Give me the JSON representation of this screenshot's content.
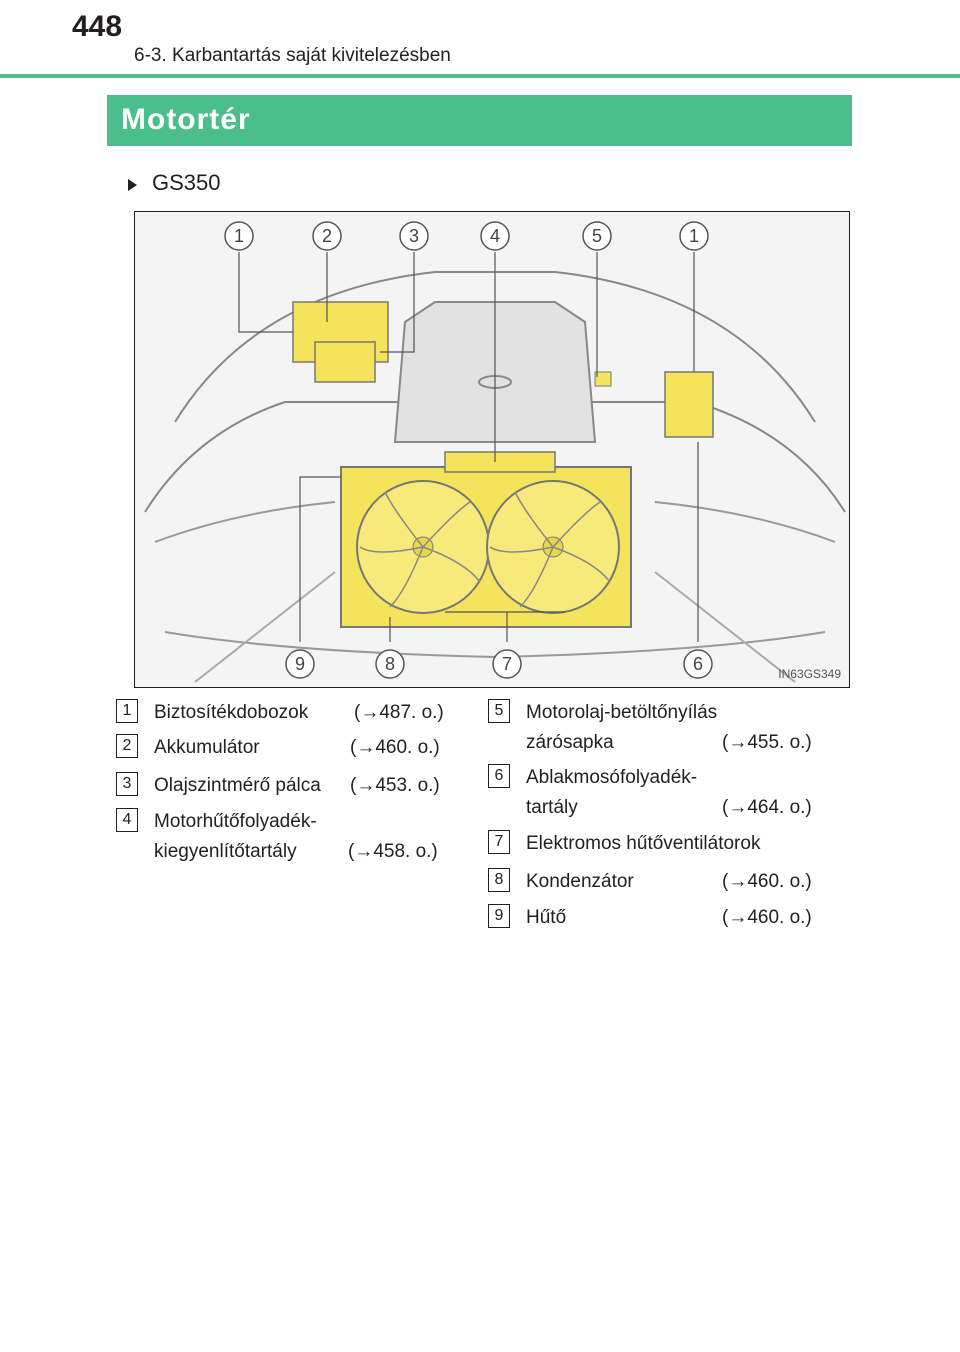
{
  "header": {
    "page_number": "448",
    "breadcrumb": "6-3. Karbantartás saját kivitelezésben"
  },
  "section": {
    "title": "Motortér",
    "model": "GS350"
  },
  "figure": {
    "code": "IN63GS349",
    "callouts_top": [
      "1",
      "2",
      "3",
      "4",
      "5",
      "1"
    ],
    "callouts_bottom": [
      "9",
      "8",
      "7",
      "6"
    ]
  },
  "legend": {
    "left": [
      {
        "num": "1",
        "lines": [
          "Biztosítékdobozok"
        ],
        "ref": "(→487. o.)"
      },
      {
        "num": "2",
        "lines": [
          "Akkumulátor"
        ],
        "ref": "(→460. o.)"
      },
      {
        "num": "3",
        "lines": [
          "Olajszintmérő pálca"
        ],
        "ref": "(→453. o.)"
      },
      {
        "num": "4",
        "lines": [
          "Motorhűtőfolyadék-",
          "kiegyenlítőtartály"
        ],
        "ref": "(→458. o.)"
      }
    ],
    "right": [
      {
        "num": "5",
        "lines": [
          "Motorolaj-betöltőnyílás",
          "zárósapka"
        ],
        "ref": "(→455. o.)"
      },
      {
        "num": "6",
        "lines": [
          "Ablakmosófolyadék-",
          "tartály"
        ],
        "ref": "(→464. o.)"
      },
      {
        "num": "7",
        "lines": [
          "Elektromos hűtőventilátorok"
        ],
        "ref": ""
      },
      {
        "num": "8",
        "lines": [
          "Kondenzátor"
        ],
        "ref": "(→460. o.)"
      },
      {
        "num": "9",
        "lines": [
          "Hűtő"
        ],
        "ref": "(→460. o.)"
      }
    ]
  }
}
